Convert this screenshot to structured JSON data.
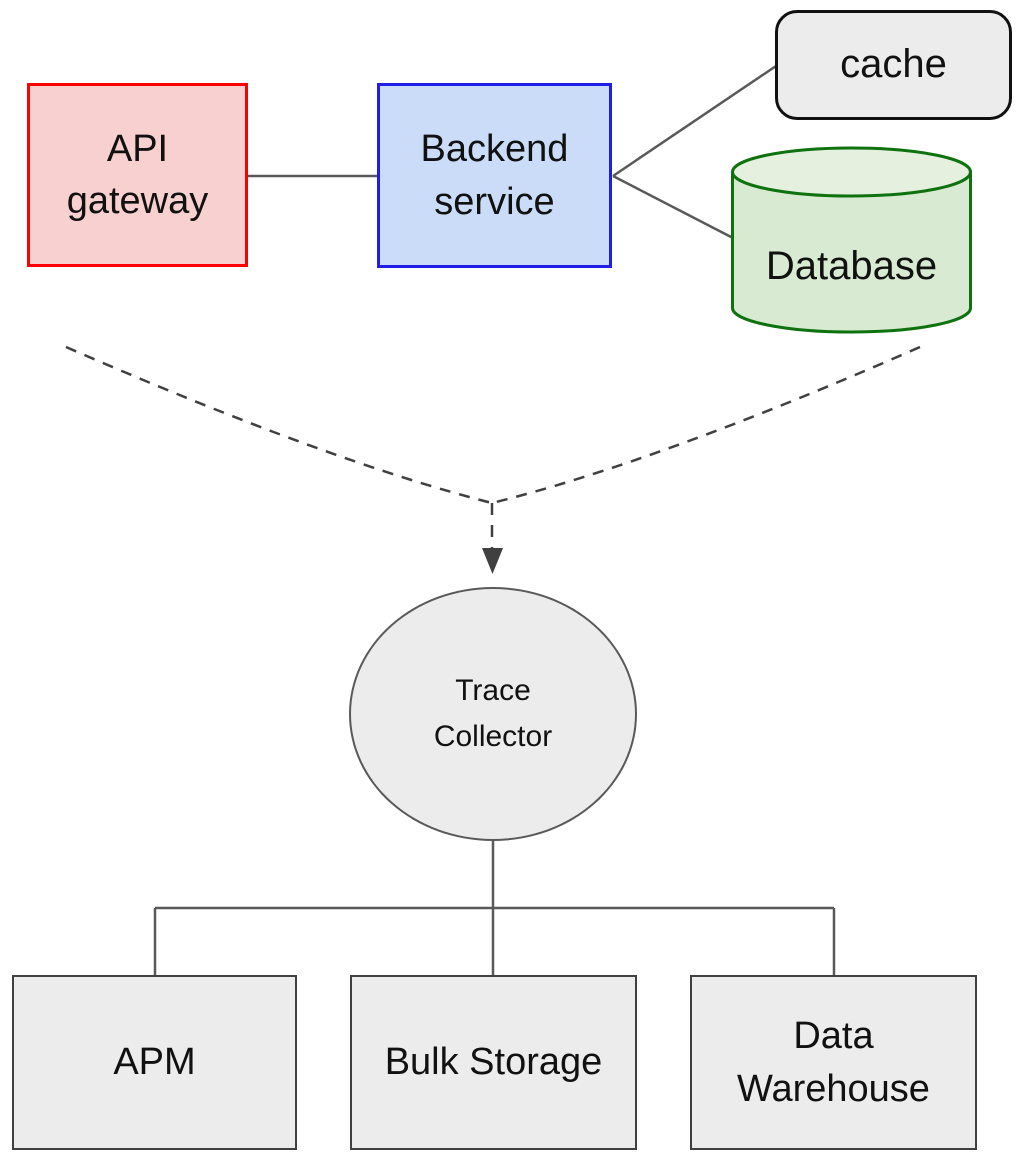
{
  "diagram": {
    "type": "architecture-diagram",
    "nodes": {
      "api_gateway": {
        "label": "API\ngateway",
        "shape": "rectangle",
        "fill": "#f9d0d0",
        "border": "#ff0000"
      },
      "backend_service": {
        "label": "Backend\nservice",
        "shape": "rectangle",
        "fill": "#cadcf8",
        "border": "#1e1ee6"
      },
      "cache": {
        "label": "cache",
        "shape": "rounded-rectangle",
        "fill": "#ececec",
        "border": "#111111"
      },
      "database": {
        "label": "Database",
        "shape": "cylinder",
        "fill": "#d9ead3",
        "fill_top": "#e5f0df",
        "border": "#0e720e"
      },
      "trace_collector": {
        "label": "Trace\nCollector",
        "shape": "ellipse",
        "fill": "#ececec",
        "border": "#595959"
      },
      "apm": {
        "label": "APM",
        "shape": "rectangle",
        "fill": "#ececec",
        "border": "#404040"
      },
      "bulk_storage": {
        "label": "Bulk Storage",
        "shape": "rectangle",
        "fill": "#ececec",
        "border": "#404040"
      },
      "data_warehouse": {
        "label": "Data\nWarehouse",
        "shape": "rectangle",
        "fill": "#ececec",
        "border": "#404040"
      }
    },
    "edges": {
      "solid_color": "#595959",
      "dashed_color": "#404040",
      "list": [
        "api_gateway — backend_service (solid)",
        "backend_service — cache (solid)",
        "backend_service — database (solid)",
        "api_gateway side ⇢ trace_collector (dashed curve, arrow)",
        "database side ⇢ trace_collector (dashed curve, arrow)",
        "trace_collector — apm (solid tree)",
        "trace_collector — bulk_storage (solid tree)",
        "trace_collector — data_warehouse (solid tree)"
      ]
    }
  }
}
